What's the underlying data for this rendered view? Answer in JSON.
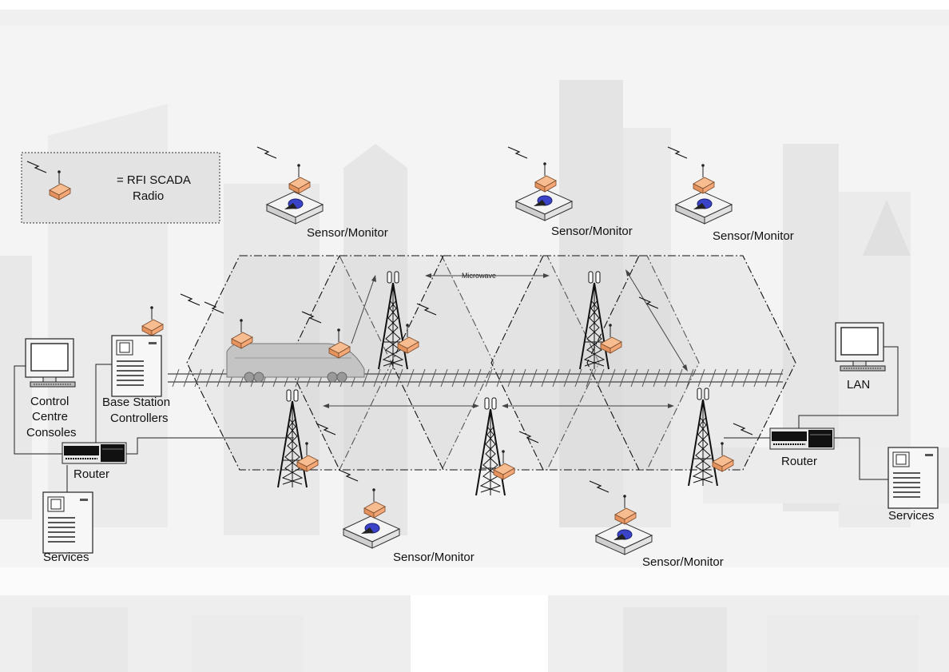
{
  "legend": {
    "text_line1": "= RFI SCADA",
    "text_line2": "Radio"
  },
  "labels": {
    "sensor_1": "Sensor/Monitor",
    "sensor_2": "Sensor/Monitor",
    "sensor_3": "Sensor/Monitor",
    "sensor_4": "Sensor/Monitor",
    "sensor_5": "Sensor/Monitor",
    "microwave": "Microwave",
    "control_line1": "Control",
    "control_line2": "Centre",
    "control_line3": "Consoles",
    "bsc_line1": "Base Station",
    "bsc_line2": "Controllers",
    "router_left": "Router",
    "router_right": "Router",
    "services_left": "Services",
    "services_right": "Services",
    "lan": "LAN"
  },
  "colors": {
    "radio_fill": "#f4a877",
    "radio_stroke": "#7a4a2a",
    "sensor_disc": "#3b44c8",
    "background_building": "#e4e4e4",
    "cell_fill": "#d6d6d6",
    "train_fill": "#c8c8c8"
  }
}
